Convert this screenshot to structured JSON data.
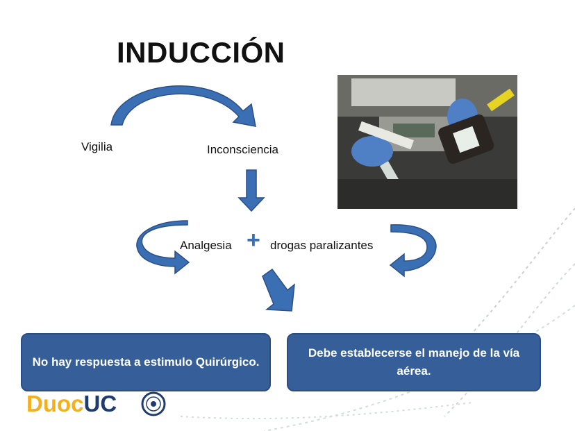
{
  "slide": {
    "title": "INDUCCIÓN",
    "labels": {
      "vigilia": "Vigilia",
      "inconsciencia": "Inconsciencia",
      "analgesia": "Analgesia",
      "plus": "+",
      "drogas": "drogas paralizantes"
    },
    "boxes": [
      "No hay respuesta a estimulo Quirúrgico.",
      "Debe establecerse el manejo de la vía aérea."
    ],
    "logo": {
      "duoc": "Duoc",
      "uc": "UC"
    },
    "colors": {
      "arrow": "#3b6fb3",
      "box": "#365f99",
      "logo_yellow": "#f2b01e",
      "logo_blue": "#1f3c6e"
    }
  }
}
